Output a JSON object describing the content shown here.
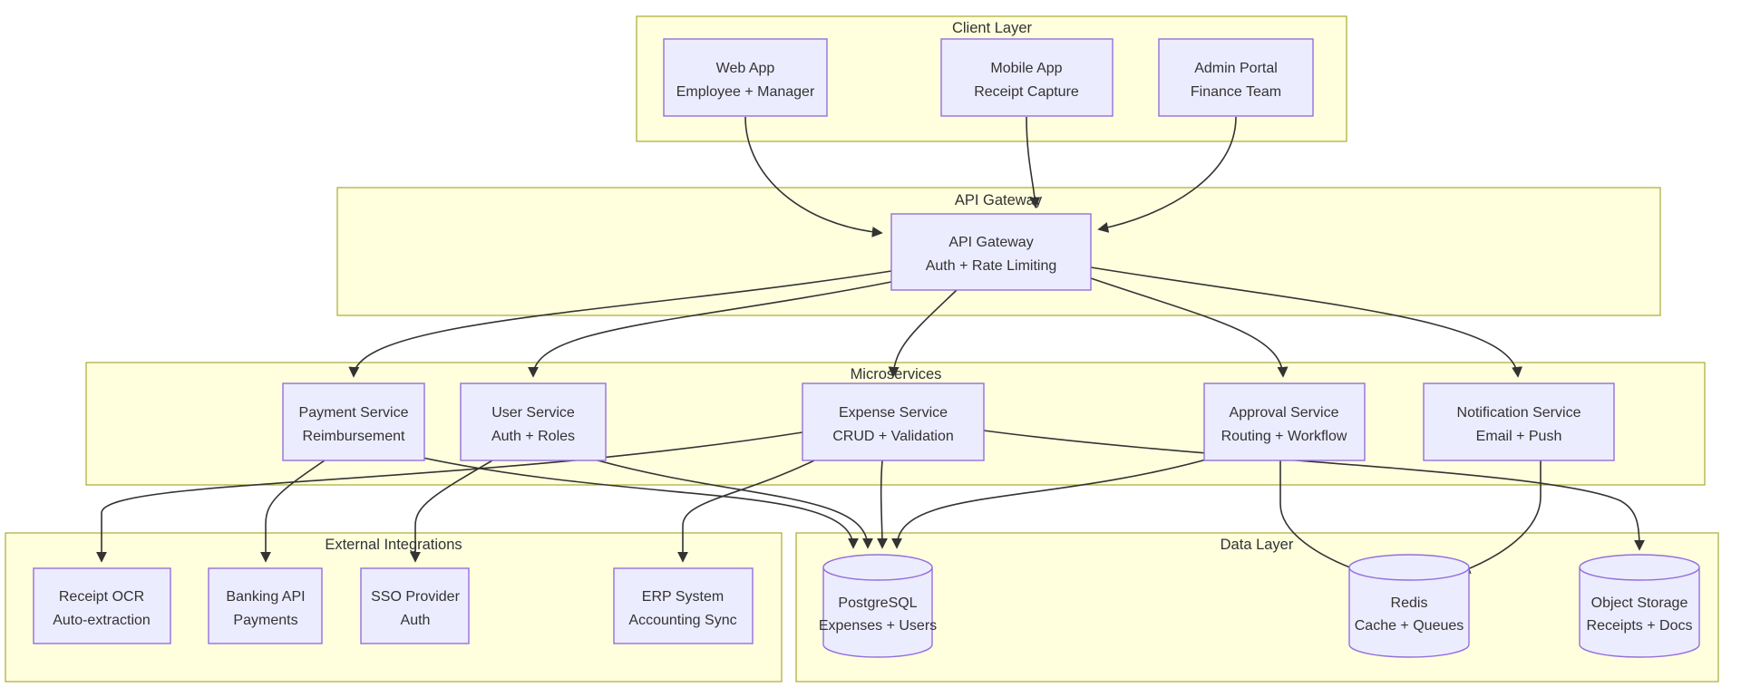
{
  "diagram": {
    "title": "Expense management system architecture",
    "colors": {
      "cluster_fill": "#ffffde",
      "cluster_border": "#aaaa33",
      "node_fill": "#ECECFF",
      "node_border": "#9370DB",
      "edge": "#333333",
      "text": "#333333",
      "background": "#ffffff"
    },
    "clusters": {
      "client": {
        "label": "Client Layer"
      },
      "gateway": {
        "label": "API Gateway"
      },
      "micro": {
        "label": "Microservices"
      },
      "external": {
        "label": "External Integrations"
      },
      "data": {
        "label": "Data Layer"
      }
    },
    "nodes": {
      "web_app": {
        "line1": "Web App",
        "line2": "Employee + Manager"
      },
      "mobile_app": {
        "line1": "Mobile App",
        "line2": "Receipt Capture"
      },
      "admin_portal": {
        "line1": "Admin Portal",
        "line2": "Finance Team"
      },
      "api_gateway": {
        "line1": "API Gateway",
        "line2": "Auth + Rate Limiting"
      },
      "payment": {
        "line1": "Payment Service",
        "line2": "Reimbursement"
      },
      "user": {
        "line1": "User Service",
        "line2": "Auth + Roles"
      },
      "expense": {
        "line1": "Expense Service",
        "line2": "CRUD + Validation"
      },
      "approval": {
        "line1": "Approval Service",
        "line2": "Routing + Workflow"
      },
      "notification": {
        "line1": "Notification Service",
        "line2": "Email + Push"
      },
      "receipt_ocr": {
        "line1": "Receipt OCR",
        "line2": "Auto-extraction"
      },
      "banking": {
        "line1": "Banking API",
        "line2": "Payments"
      },
      "sso": {
        "line1": "SSO Provider",
        "line2": "Auth"
      },
      "erp": {
        "line1": "ERP System",
        "line2": "Accounting Sync"
      },
      "postgres": {
        "line1": "PostgreSQL",
        "line2": "Expenses + Users"
      },
      "redis": {
        "line1": "Redis",
        "line2": "Cache + Queues"
      },
      "storage": {
        "line1": "Object Storage",
        "line2": "Receipts + Docs"
      }
    },
    "edges": [
      {
        "from": "web_app",
        "to": "api_gateway"
      },
      {
        "from": "mobile_app",
        "to": "api_gateway"
      },
      {
        "from": "admin_portal",
        "to": "api_gateway"
      },
      {
        "from": "api_gateway",
        "to": "payment"
      },
      {
        "from": "api_gateway",
        "to": "user"
      },
      {
        "from": "api_gateway",
        "to": "expense"
      },
      {
        "from": "api_gateway",
        "to": "approval"
      },
      {
        "from": "api_gateway",
        "to": "notification"
      },
      {
        "from": "payment",
        "to": "banking"
      },
      {
        "from": "user",
        "to": "sso"
      },
      {
        "from": "expense",
        "to": "receipt_ocr"
      },
      {
        "from": "expense",
        "to": "erp"
      },
      {
        "from": "payment",
        "to": "postgres"
      },
      {
        "from": "user",
        "to": "postgres"
      },
      {
        "from": "expense",
        "to": "postgres"
      },
      {
        "from": "approval",
        "to": "postgres"
      },
      {
        "from": "approval",
        "to": "redis"
      },
      {
        "from": "notification",
        "to": "redis"
      },
      {
        "from": "expense",
        "to": "storage"
      }
    ]
  }
}
